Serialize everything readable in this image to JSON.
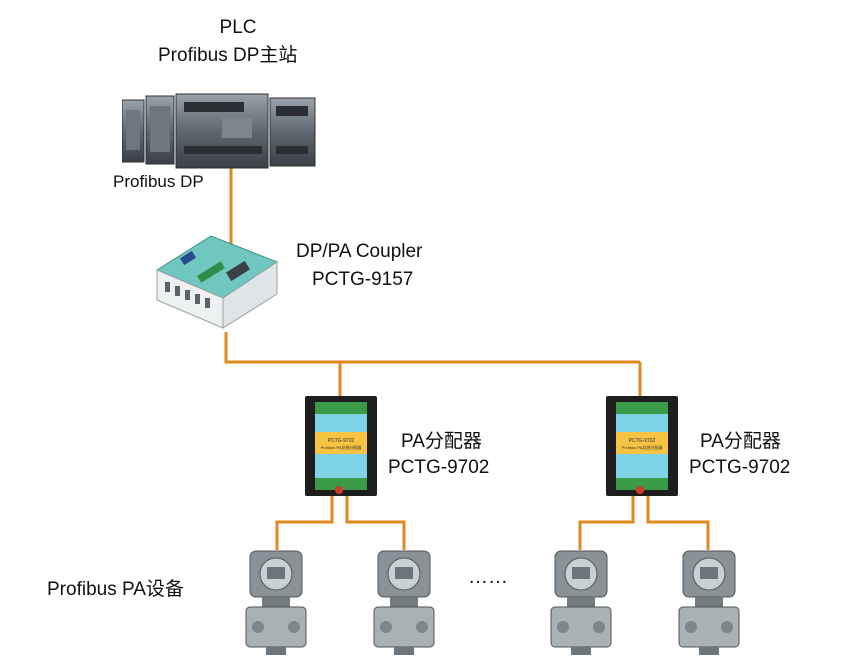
{
  "plc": {
    "title": "PLC",
    "subtitle": "Profibus DP主站",
    "port_label": "Profibus DP"
  },
  "coupler": {
    "name": "DP/PA Coupler",
    "model": "PCTG-9157"
  },
  "distributors": [
    {
      "name": "PA分配器",
      "model": "PCTG-9702",
      "plate_model": "PCTG-9702",
      "plate_desc": "Profibus PA总线分配器"
    },
    {
      "name": "PA分配器",
      "model": "PCTG-9702",
      "plate_model": "PCTG-9702",
      "plate_desc": "Profibus PA总线分配器"
    }
  ],
  "field_devices": {
    "label": "Profibus PA设备",
    "ellipsis": "……"
  },
  "colors": {
    "wire": "#e08a1e",
    "device_teal": "#6fc7c0",
    "distributor_yellow": "#f6c342",
    "distributor_cyan": "#7fd3e6"
  }
}
